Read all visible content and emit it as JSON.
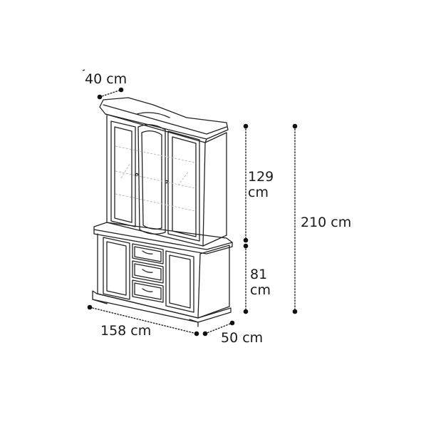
{
  "colors": {
    "line": "#222222",
    "dot": "#111111",
    "glass": "#bbbbbb",
    "background": "#ffffff"
  },
  "dimensions": {
    "depth_top": "40 cm",
    "top_height_value": "129",
    "top_height_unit": "cm",
    "bottom_height_value": "81",
    "bottom_height_unit": "cm",
    "total_height": "210 cm",
    "width": "158 cm",
    "depth_bottom": "50 cm"
  }
}
